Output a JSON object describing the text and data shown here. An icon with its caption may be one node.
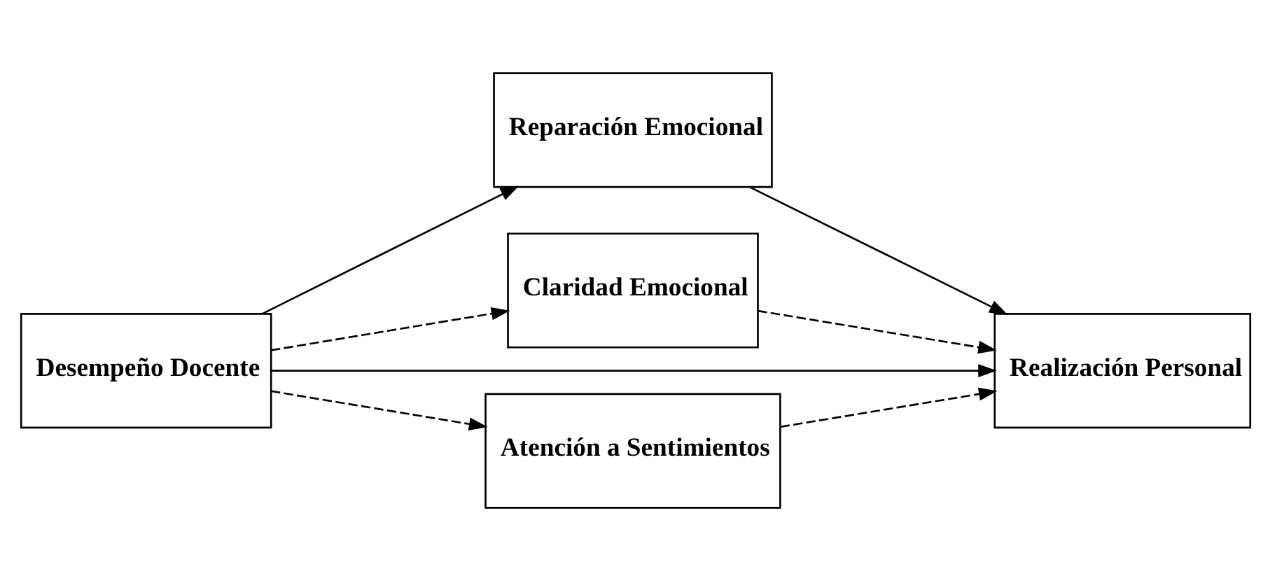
{
  "diagram": {
    "nodes": [
      {
        "text": [
          "Reparación Emocional"
        ]
      },
      {
        "text": [
          "Claridad Emocional"
        ]
      },
      {
        "text": [
          "Desempeño Docente"
        ]
      },
      {
        "text": [
          "Realización Personal"
        ]
      },
      {
        "text": [
          "Atención a Sentimientos"
        ]
      }
    ],
    "edges": [
      {
        "from": 2,
        "to": 0,
        "arrow": "to"
      },
      {
        "from": 2,
        "to": 1,
        "arrow": "to",
        "style": "dashed"
      },
      {
        "from": 2,
        "to": 3,
        "arrow": "to"
      },
      {
        "from": 2,
        "to": 4,
        "arrow": "to",
        "style": "dashed"
      },
      {
        "from": 0,
        "to": 3,
        "arrow": "to"
      },
      {
        "from": 1,
        "to": 3,
        "arrow": "to",
        "style": "dashed"
      },
      {
        "from": 4,
        "to": 3,
        "arrow": "to",
        "style": "dashed"
      }
    ]
  }
}
